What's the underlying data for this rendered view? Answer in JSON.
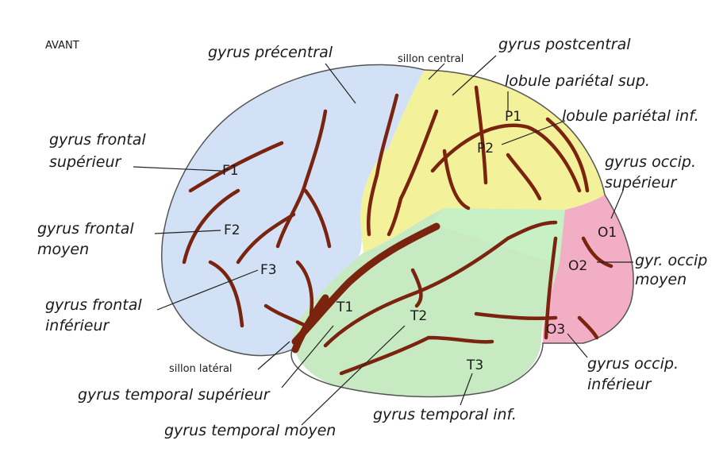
{
  "orientation": "AVANT",
  "lobes": {
    "frontal": {
      "color": "#d2e1f6"
    },
    "parietal": {
      "color": "#f3f29a"
    },
    "temporal": {
      "color": "#c8eac3"
    },
    "temporal_upper": {
      "color": "#c7f0c4"
    },
    "occipital": {
      "color": "#f2aec4"
    }
  },
  "sulcus_color": "#7a2410",
  "region_codes": {
    "F1": "F1",
    "F2": "F2",
    "F3": "F3",
    "P1": "P1",
    "P2": "P2",
    "T1": "T1",
    "T2": "T2",
    "T3": "T3",
    "O1": "O1",
    "O2": "O2",
    "O3": "O3"
  },
  "labels": {
    "gyrus_precentral": "gyrus précentral",
    "sillon_central": "sillon central",
    "gyrus_postcentral": "gyrus postcentral",
    "lobule_parietal_sup": "lobule pariétal sup.",
    "lobule_parietal_inf": "lobule pariétal inf.",
    "gyrus_frontal_superieur_1": "gyrus frontal",
    "gyrus_frontal_superieur_2": "supérieur",
    "gyrus_frontal_moyen_1": "gyrus frontal",
    "gyrus_frontal_moyen_2": "moyen",
    "gyrus_frontal_inferieur_1": "gyrus frontal",
    "gyrus_frontal_inferieur_2": "inférieur",
    "gyrus_occip_superieur_1": "gyrus occip.",
    "gyrus_occip_superieur_2": "supérieur",
    "gyr_occip_moyen_1": "gyr. occip",
    "gyr_occip_moyen_2": "moyen",
    "gyrus_occip_inferieur_1": "gyrus occip.",
    "gyrus_occip_inferieur_2": "inférieur",
    "sillon_lateral": "sillon latéral",
    "gyrus_temporal_superieur": "gyrus temporal supérieur",
    "gyrus_temporal_moyen": "gyrus temporal moyen",
    "gyrus_temporal_inf": "gyrus temporal inf."
  }
}
